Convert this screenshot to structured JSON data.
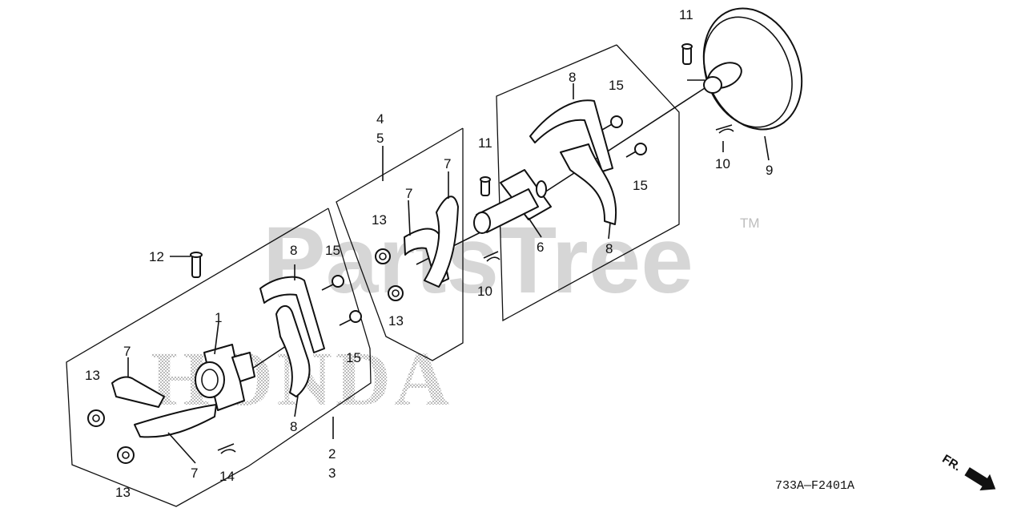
{
  "watermark": {
    "text": "PartsTree",
    "trademark": "TM"
  },
  "brand_watermark": "HONDA",
  "diagram_code": "733A—F2401A",
  "direction_label": "FR.",
  "callouts": {
    "c1": "1",
    "c2": "2",
    "c3": "3",
    "c4": "4",
    "c5": "5",
    "c6": "6",
    "c7a": "7",
    "c7b": "7",
    "c7c": "7",
    "c7d": "7",
    "c8a": "8",
    "c8b": "8",
    "c8c": "8",
    "c8d": "8",
    "c9": "9",
    "c10a": "10",
    "c10b": "10",
    "c11a": "11",
    "c11b": "11",
    "c12": "12",
    "c13a": "13",
    "c13b": "13",
    "c13c": "13",
    "c13d": "13",
    "c14": "14",
    "c15a": "15",
    "c15b": "15",
    "c15c": "15",
    "c15d": "15"
  }
}
